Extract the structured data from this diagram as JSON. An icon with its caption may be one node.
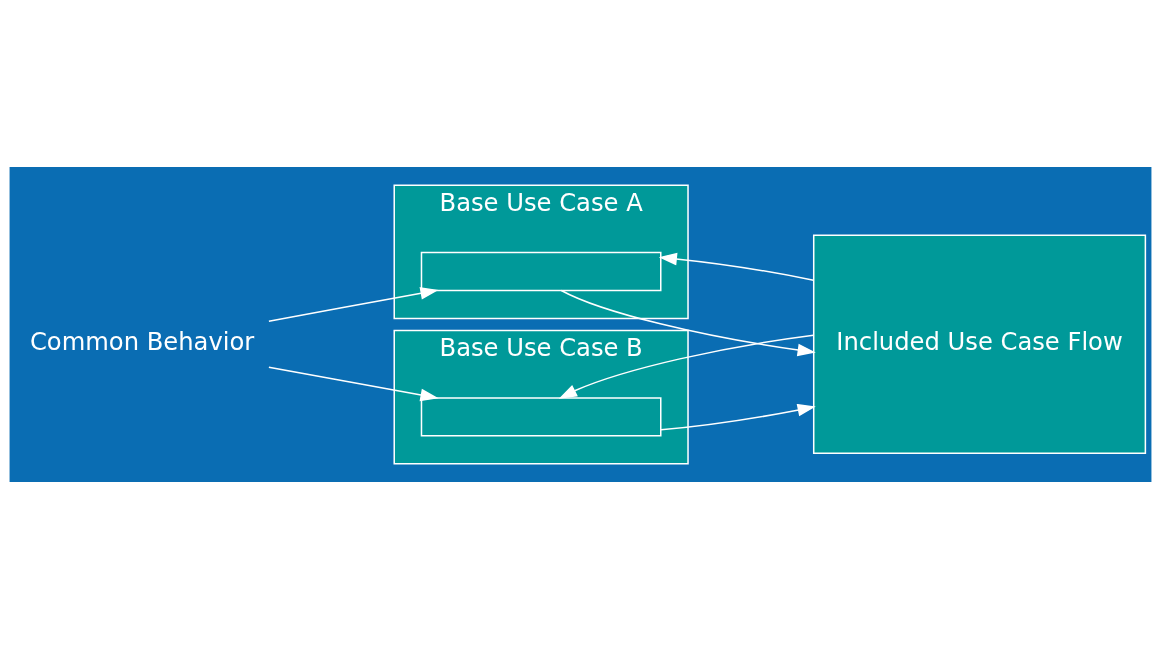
{
  "diagram": {
    "nodes": [
      {
        "text": [
          "Common Behavior"
        ]
      },
      {
        "text": [
          "Base Use Case A"
        ]
      },
      {
        "text": [],
        "shape": "box",
        "in": 1
      },
      {
        "text": [
          "Base Use Case B"
        ]
      },
      {
        "text": [],
        "shape": "box",
        "in": 3
      },
      {
        "text": [
          "Included Use Case Flow"
        ]
      }
    ],
    "edges": [
      {
        "from": 0,
        "to": 2,
        "arrow": "to"
      },
      {
        "from": 0,
        "to": 4,
        "arrow": "to"
      },
      {
        "from": 2,
        "to": 5,
        "arrow": "to"
      },
      {
        "from": 5,
        "to": 2,
        "arrow": "to"
      },
      {
        "from": 4,
        "to": 5,
        "arrow": "to"
      },
      {
        "from": 5,
        "to": 4,
        "arrow": "to"
      }
    ]
  }
}
